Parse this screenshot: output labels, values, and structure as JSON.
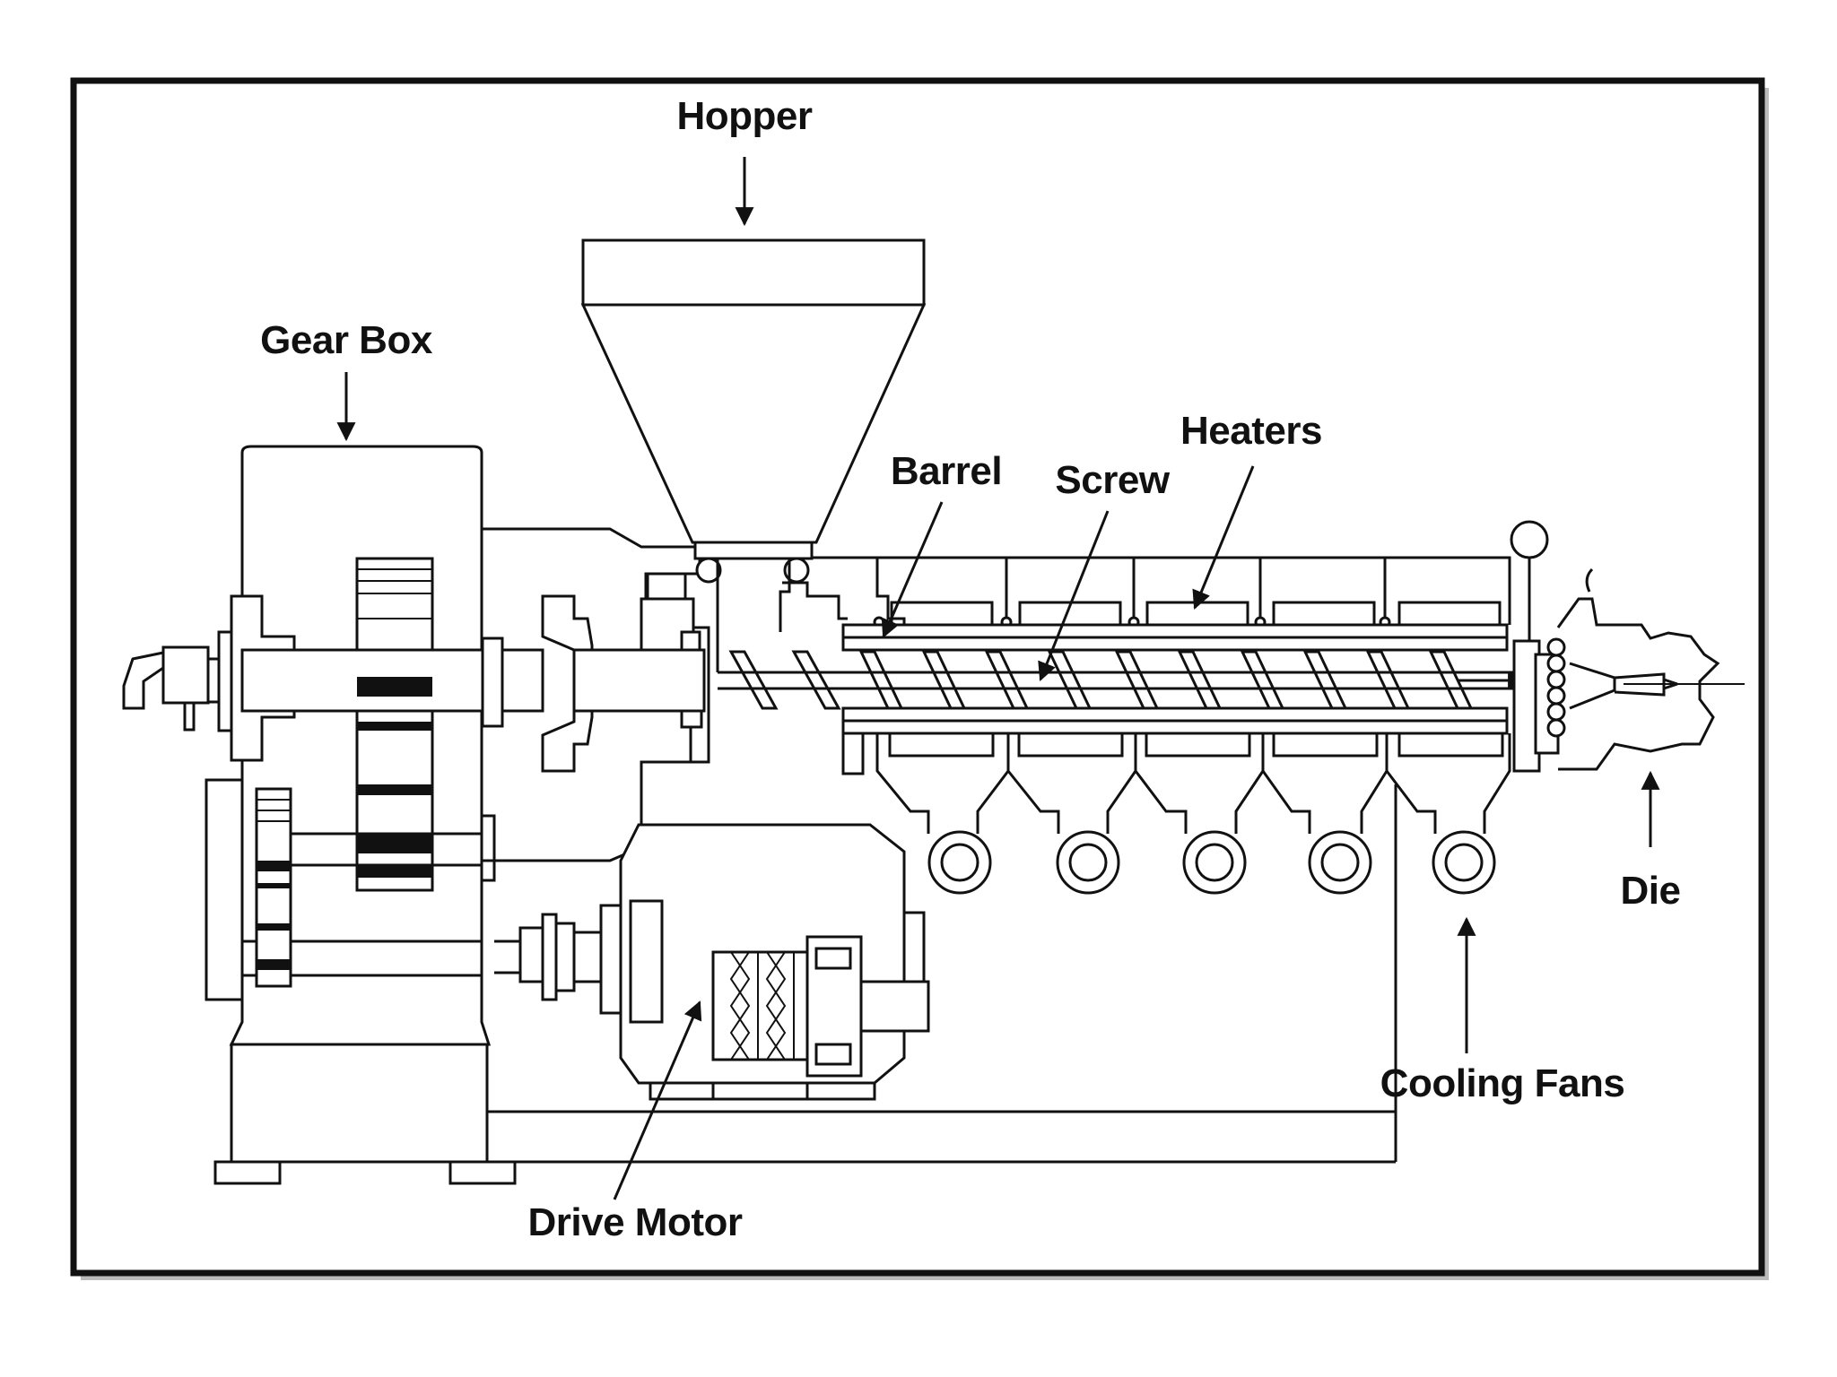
{
  "labels": {
    "hopper": "Hopper",
    "gear_box": "Gear Box",
    "barrel": "Barrel",
    "screw": "Screw",
    "heaters": "Heaters",
    "die": "Die",
    "cooling_fans": "Cooling Fans",
    "drive_motor": "Drive Motor"
  },
  "colors": {
    "line": "#111111",
    "background": "#ffffff"
  }
}
